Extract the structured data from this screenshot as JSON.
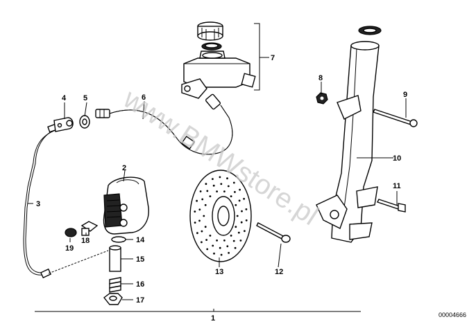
{
  "watermark": "www.BMWstore.pl",
  "reference_code": "00004666",
  "labels": {
    "l1": "1",
    "l2": "2",
    "l3": "3",
    "l4": "4",
    "l5": "5",
    "l6": "6",
    "l7": "7",
    "l8": "8",
    "l9": "9",
    "l10": "10",
    "l11": "11",
    "l12": "12",
    "l13": "13",
    "l14": "14",
    "l15": "15",
    "l16": "16",
    "l17": "17",
    "l18": "18",
    "l19": "19"
  }
}
